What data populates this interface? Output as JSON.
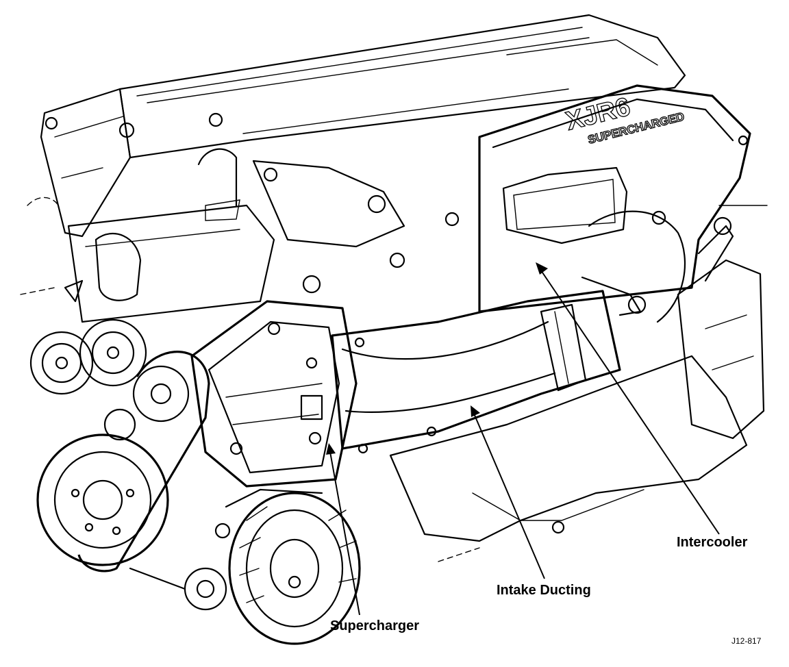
{
  "labels": {
    "intercooler": "Intercooler",
    "intake_ducting": "Intake Ducting",
    "supercharger": "Supercharger"
  },
  "cover_text": {
    "model": "XJR6",
    "subtitle": "SUPERCHARGED"
  },
  "figure_ref": "J12-817"
}
